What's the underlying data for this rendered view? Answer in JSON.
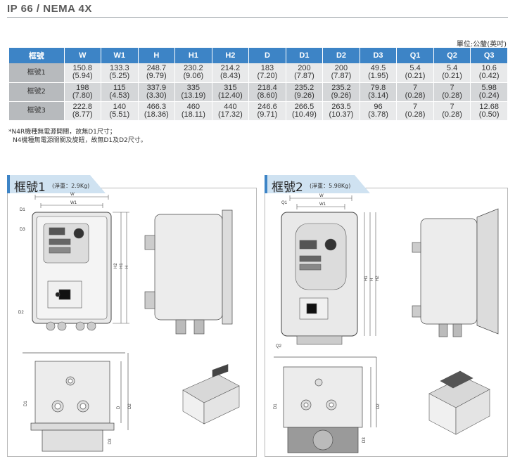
{
  "page": {
    "title": "IP 66 / NEMA 4X",
    "unit_note": "單位:公釐(英吋)"
  },
  "table": {
    "headers": [
      "框號",
      "W",
      "W1",
      "H",
      "H1",
      "H2",
      "D",
      "D1",
      "D2",
      "D3",
      "Q1",
      "Q2",
      "Q3"
    ],
    "rows": [
      {
        "label": "框號1",
        "cells": [
          [
            "150.8",
            "(5.94)"
          ],
          [
            "133.3",
            "(5.25)"
          ],
          [
            "248.7",
            "(9.79)"
          ],
          [
            "230.2",
            "(9.06)"
          ],
          [
            "214.2",
            "(8.43)"
          ],
          [
            "183",
            "(7.20)"
          ],
          [
            "200",
            "(7.87)"
          ],
          [
            "200",
            "(7.87)"
          ],
          [
            "49.5",
            "(1.95)"
          ],
          [
            "5.4",
            "(0.21)"
          ],
          [
            "5.4",
            "(0.21)"
          ],
          [
            "10.6",
            "(0.42)"
          ]
        ]
      },
      {
        "label": "框號2",
        "cells": [
          [
            "198",
            "(7.80)"
          ],
          [
            "115",
            "(4.53)"
          ],
          [
            "337.9",
            "(3.30)"
          ],
          [
            "335",
            "(13.19)"
          ],
          [
            "315",
            "(12.40)"
          ],
          [
            "218.4",
            "(8.60)"
          ],
          [
            "235.2",
            "(9.26)"
          ],
          [
            "235.2",
            "(9.26)"
          ],
          [
            "79.8",
            "(3.14)"
          ],
          [
            "7",
            "(0.28)"
          ],
          [
            "7",
            "(0.28)"
          ],
          [
            "5.98",
            "(0.24)"
          ]
        ]
      },
      {
        "label": "框號3",
        "cells": [
          [
            "222.8",
            "(8.77)"
          ],
          [
            "140",
            "(5.51)"
          ],
          [
            "466.3",
            "(18.36)"
          ],
          [
            "460",
            "(18.11)"
          ],
          [
            "440",
            "(17.32)"
          ],
          [
            "246.6",
            "(9.71)"
          ],
          [
            "266.5",
            "(10.49)"
          ],
          [
            "263.5",
            "(10.37)"
          ],
          [
            "96",
            "(3.78)"
          ],
          [
            "7",
            "(0.28)"
          ],
          [
            "7",
            "(0.28)"
          ],
          [
            "12.68",
            "(0.50)"
          ]
        ]
      }
    ]
  },
  "footnotes": {
    "line1": "*N4R機種無電源開關，故無D1尺寸；",
    "line2": "N4機種無電源開關及旋鈕，故無D1及D2尺寸。"
  },
  "frame1": {
    "name": "框號1",
    "weight": "(淨重：2.9Kg)",
    "labels": {
      "w": "W",
      "w1": "W1",
      "d1": "D1",
      "d3": "D3",
      "d2": "D2",
      "h": "H",
      "h1": "H1",
      "h2": "H2",
      "side_d1": "D1",
      "side_d": "D",
      "side_d2": "D2",
      "side_d3": "D3"
    }
  },
  "frame2": {
    "name": "框號2",
    "weight": "(淨重：5.98Kg)",
    "labels": {
      "w": "W",
      "w1": "W1",
      "q1": "Q1",
      "q2": "Q2",
      "h": "H",
      "h1": "H1",
      "h2": "H2",
      "side_d1": "D1",
      "side_d2": "D2",
      "side_d3": "D3"
    }
  },
  "colors": {
    "accent": "#3d84c6",
    "tab_bg": "#cfe2f1",
    "row_light": "#e8e9ea",
    "row_dark": "#d4d6d8",
    "label_cell": "#b7babd"
  }
}
